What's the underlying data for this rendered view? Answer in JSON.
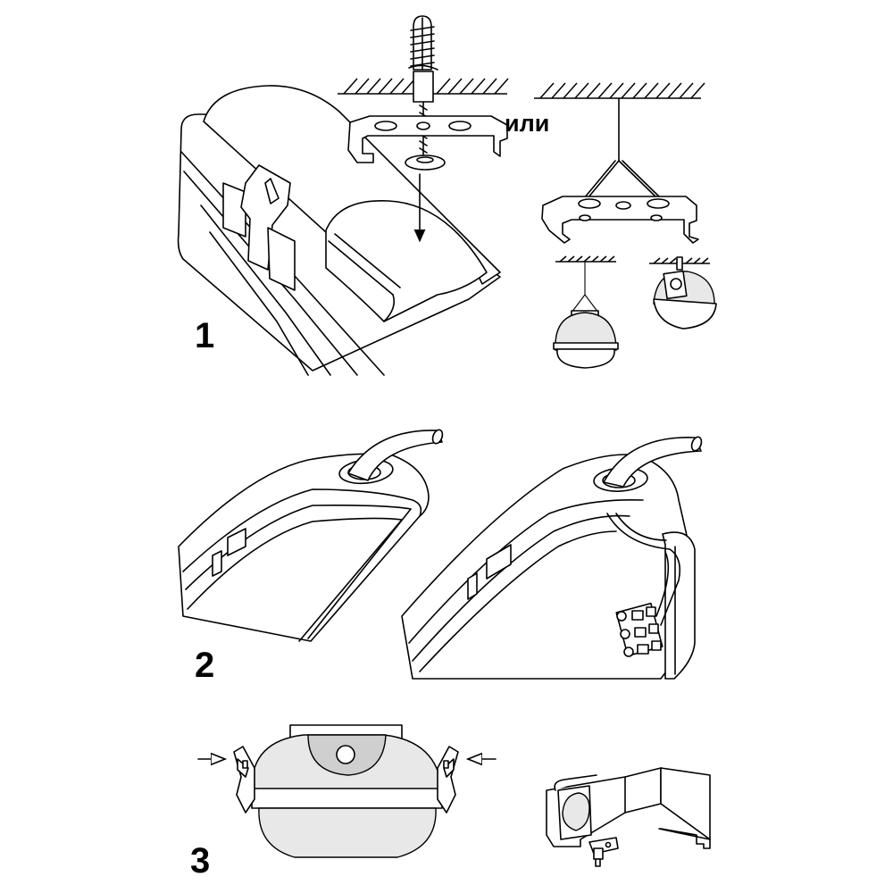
{
  "steps": [
    {
      "number": "1"
    },
    {
      "number": "2"
    },
    {
      "number": "3"
    }
  ],
  "step1": {
    "alternative_label": "или"
  }
}
